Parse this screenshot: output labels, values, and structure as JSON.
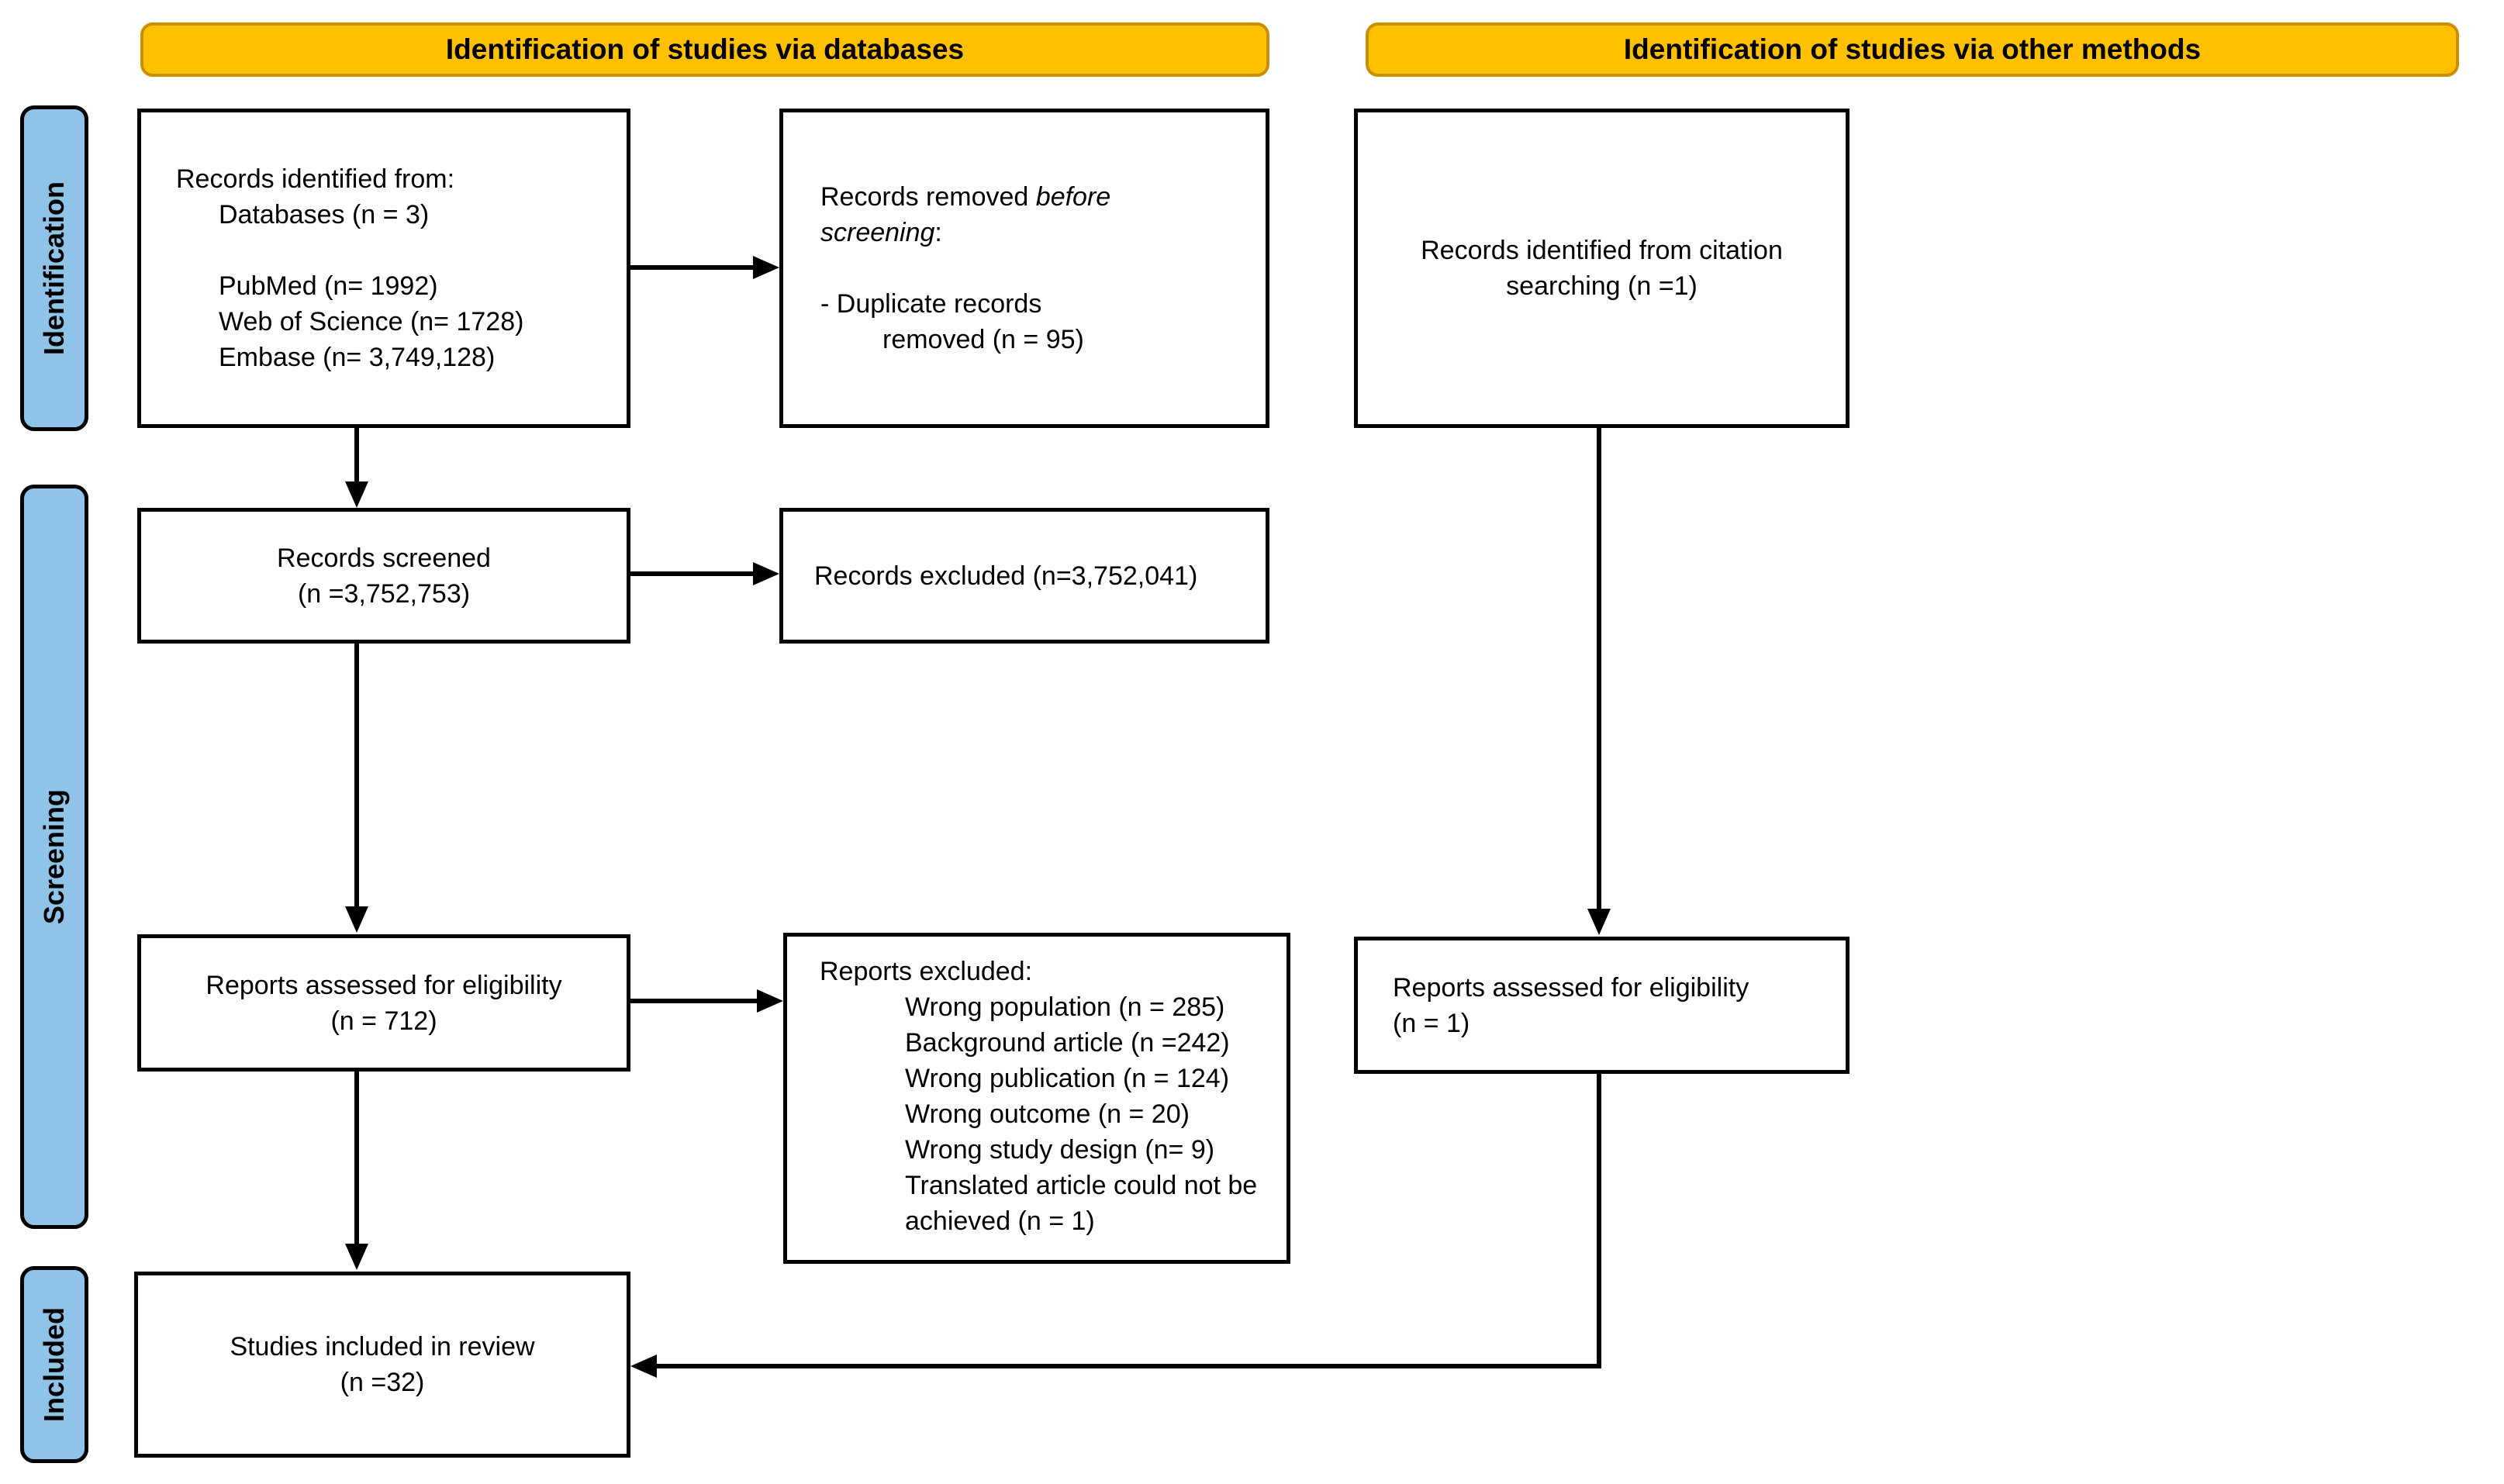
{
  "banners": {
    "databases": "Identification of studies via databases",
    "other_methods": "Identification of studies via other methods"
  },
  "sidebar": {
    "identification": "Identification",
    "screening": "Screening",
    "included": "Included"
  },
  "boxes": {
    "records_identified": {
      "title": "Records identified from:",
      "databases_line": "Databases (n = 3)",
      "sources": [
        "PubMed (n= 1992)",
        "Web of Science (n= 1728)",
        "Embase (n= 3,749,128)"
      ]
    },
    "records_removed": {
      "prefix": "Records removed ",
      "italic_word_1": "before",
      "italic_word_2": "screening",
      "suffix": ":",
      "bullet_line_1": "- Duplicate records",
      "bullet_line_2": "removed (n = 95)"
    },
    "citation_searching": {
      "line_1": "Records identified from citation",
      "line_2": "searching (n =1)"
    },
    "records_screened": {
      "line_1": "Records screened",
      "line_2": "(n =3,752,753)"
    },
    "records_excluded": {
      "text": "Records excluded (n=3,752,041)"
    },
    "reports_assessed_databases": {
      "line_1": "Reports assessed for eligibility",
      "line_2": "(n = 712)"
    },
    "reports_excluded": {
      "title": "Reports excluded:",
      "items": [
        "Wrong population (n = 285)",
        "Background article (n =242)",
        "Wrong publication (n = 124)",
        "Wrong outcome (n = 20)",
        "Wrong study design (n= 9)",
        "Translated article could not be achieved (n = 1)"
      ]
    },
    "reports_assessed_other": {
      "line_1": "Reports assessed for eligibility",
      "line_2": "(n = 1)"
    },
    "studies_included": {
      "line_1": "Studies included in review",
      "line_2": "(n =32)"
    }
  },
  "colors": {
    "banner_fill": "#FFC000",
    "banner_border": "#C98F00",
    "sidebar_fill": "#8FC4E8",
    "box_border": "#000000",
    "arrow": "#000000"
  }
}
